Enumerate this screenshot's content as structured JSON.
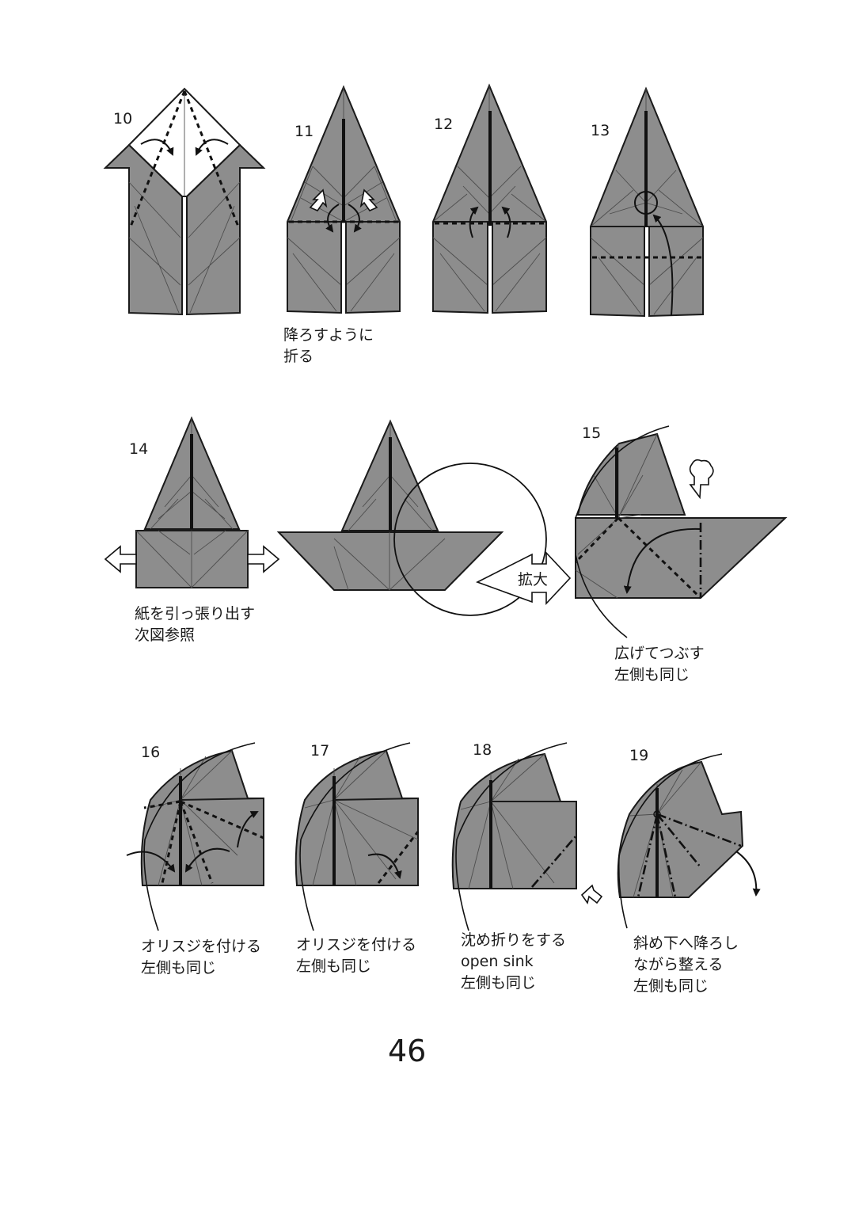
{
  "colors": {
    "paper": "#8d8d8d",
    "line": "#1a1a1a",
    "background": "#ffffff"
  },
  "steps": [
    {
      "id": "10",
      "number": "10",
      "caption": []
    },
    {
      "id": "11",
      "number": "11",
      "caption": [
        "降ろすように",
        "折る"
      ]
    },
    {
      "id": "12",
      "number": "12",
      "caption": []
    },
    {
      "id": "13",
      "number": "13",
      "caption": []
    },
    {
      "id": "14",
      "number": "14",
      "caption": [
        "紙を引っ張り出す",
        "次図参照"
      ]
    },
    {
      "id": "14b",
      "number": "",
      "caption": []
    },
    {
      "id": "15",
      "number": "15",
      "caption": [
        "広げてつぶす",
        "左側も同じ"
      ]
    },
    {
      "id": "16",
      "number": "16",
      "caption": [
        "オリスジを付ける",
        "左側も同じ"
      ]
    },
    {
      "id": "17",
      "number": "17",
      "caption": [
        "オリスジを付ける",
        "左側も同じ"
      ]
    },
    {
      "id": "18",
      "number": "18",
      "caption": [
        "沈め折りをする",
        "open sink",
        "左側も同じ"
      ]
    },
    {
      "id": "19",
      "number": "19",
      "caption": [
        "斜め下へ降ろし",
        "ながら整える",
        "左側も同じ"
      ]
    }
  ],
  "zoom_label": "拡大",
  "icons": {
    "enlarge": "enlarge-arrow-icon",
    "pull": "hollow-arrow-icon",
    "sink": "cloud-push-icon"
  },
  "page_number": "46"
}
